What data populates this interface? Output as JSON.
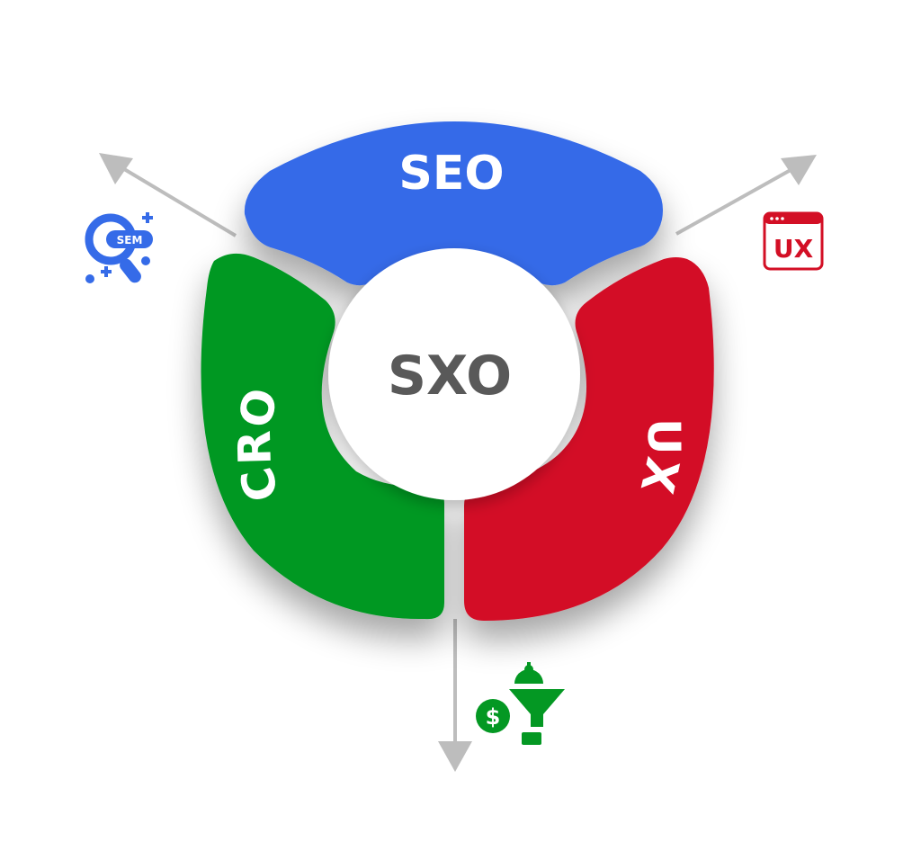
{
  "center": {
    "label": "SXO",
    "color": "#595959"
  },
  "segments": [
    {
      "id": "seo",
      "label": "SEO",
      "color": "#356BE8"
    },
    {
      "id": "ux",
      "label": "UX",
      "color": "#D30F25"
    },
    {
      "id": "cro",
      "label": "CRO",
      "color": "#049823"
    }
  ],
  "badges": {
    "sem": {
      "label": "SEM",
      "icon": "sem-search-icon",
      "color": "#356BE8"
    },
    "ux": {
      "label": "UX",
      "icon": "ux-browser-window-icon",
      "color": "#D30F25"
    },
    "cro": {
      "label": "$",
      "icon": "conversion-funnel-icon",
      "color": "#049823"
    }
  },
  "colors": {
    "arrow": "#BDBDBD",
    "segment_text": "#FFFFFF"
  }
}
